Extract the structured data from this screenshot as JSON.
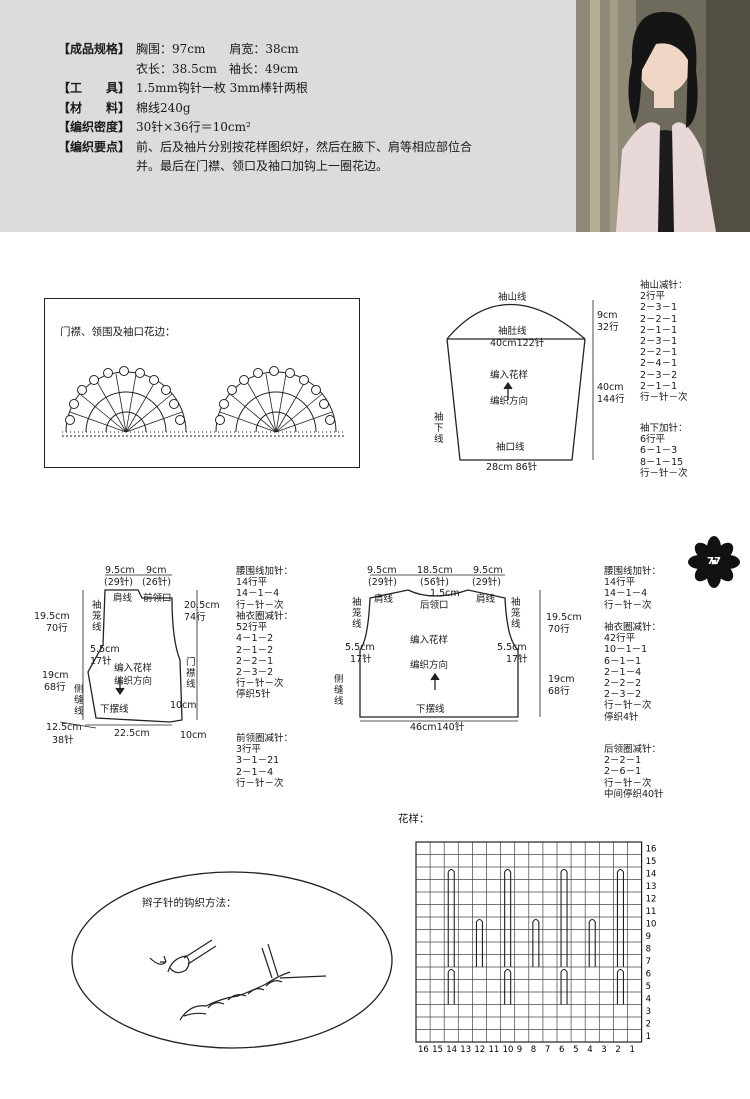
{
  "specs": [
    {
      "key": "【成品规格】",
      "val": "胸围：97cm　　肩宽：38cm"
    },
    {
      "key": "",
      "val": "衣长：38.5cm　袖长：49cm"
    },
    {
      "key": "【工　　具】",
      "val": "1.5mm钩针一枚  3mm棒针两根"
    },
    {
      "key": "【材　　料】",
      "val": "棉线240g"
    },
    {
      "key": "【编织密度】",
      "val": "30针×36行＝10cm²"
    },
    {
      "key": "【编织要点】",
      "val": "前、后及袖片分别按花样图织好，然后在腋下、肩等相应部位合"
    },
    {
      "key": "",
      "val": "并。最后在门襟、领口及袖口加钩上一圈花边。"
    }
  ],
  "edging": {
    "title": "门襟、领围及袖口花边："
  },
  "sleeve": {
    "cap_line": "袖山线",
    "armhole_line": "袖肚线",
    "top_width": "40cm122针",
    "pattern1": "编入花样",
    "pattern2": "编织方向",
    "cuff_line": "袖口线",
    "bottom_width": "28cm  86针",
    "side": "袖\n下\n线",
    "h1a": "9cm",
    "h1b": "32行",
    "h2a": "40cm",
    "h2b": "144行"
  },
  "sleeve_notes": {
    "cap": "袖山减针：\n2行平\n2－3－1\n2－2－1\n2－1－1\n2－3－1\n2－2－1\n2－4－1\n2－3－2\n2－1－1\n行－针－次",
    "seam": "袖下加针：\n6行平\n6－1－3\n8－1－15\n行－针－次"
  },
  "badge": "77",
  "front": {
    "w1": "9.5cm",
    "w2": "9cm",
    "s1": "(29针)",
    "s2": "(26针)",
    "shoulder": "肩线",
    "neck": "前领口",
    "armhole": "袖\n笼\n线",
    "lh1a": "19.5cm",
    "lh1b": "70行",
    "lh2a": "19cm",
    "lh2b": "68行",
    "rh1a": "20.5cm",
    "rh1b": "74行",
    "d55": "5.5cm",
    "d17": "17针",
    "p1": "编入花样",
    "p2": "编织方向",
    "side": "侧\n缝\n线",
    "placket": "门\n襟\n线",
    "hem": "下摆线",
    "b1a": "12.5cm",
    "b1b": "38针",
    "b2": "22.5cm",
    "b3": "10cm",
    "b4": "10cm"
  },
  "front_notes": {
    "waist": "腰围线加针：\n14行平\n14－1－4\n行－针－次",
    "arm": "袖衣圈减针：\n52行平\n4－1－2\n2－1－2\n2－2－1\n2－3－2\n行－针－次\n停织5针",
    "neck": "前领圈减针：\n3行平\n3－1－21\n2－1－4\n行－针－次"
  },
  "back": {
    "w1": "9.5cm",
    "w2": "18.5cm",
    "w3": "9.5cm",
    "s1": "(29针)",
    "s2": "(56针)",
    "s3": "(29针)",
    "neckh": "1.5cm",
    "shoulder_l": "肩线",
    "neck": "后领口",
    "shoulder_r": "肩线",
    "armhole": "袖\n笼\n线",
    "rh1a": "19.5cm",
    "rh1b": "70行",
    "rh2a": "19cm",
    "rh2b": "68行",
    "d55l": "5.5cm",
    "d17l": "17针",
    "d55r": "5.5cm",
    "d17r": "17针",
    "p1": "编入花样",
    "p2": "编织方向",
    "side": "侧\n缝\n线",
    "hem": "下摆线",
    "bottom": "46cm140针"
  },
  "back_notes": {
    "waist": "腰围线加针：\n14行平\n14－1－4\n行－针－次",
    "arm": "袖衣圈减针：\n42行平\n10－1－1\n6－1－1\n2－1－4\n2－2－2\n2－3－2\n行－针－次\n停织4针",
    "neck": "后领圈减针：\n2－2－1\n2－6－1\n行－针－次\n中间停织40针"
  },
  "pattern_chart": {
    "title": "花样：",
    "rows": [
      "16",
      "15",
      "14",
      "13",
      "12",
      "11",
      "10",
      "9",
      "8",
      "7",
      "6",
      "5",
      "4",
      "3",
      "2",
      "1"
    ],
    "cols": [
      "16",
      "15",
      "14",
      "13",
      "12",
      "11",
      "10",
      "9",
      "8",
      "7",
      "6",
      "5",
      "4",
      "3",
      "2",
      "1"
    ]
  },
  "chain": {
    "title": "辫子针的钩织方法："
  }
}
